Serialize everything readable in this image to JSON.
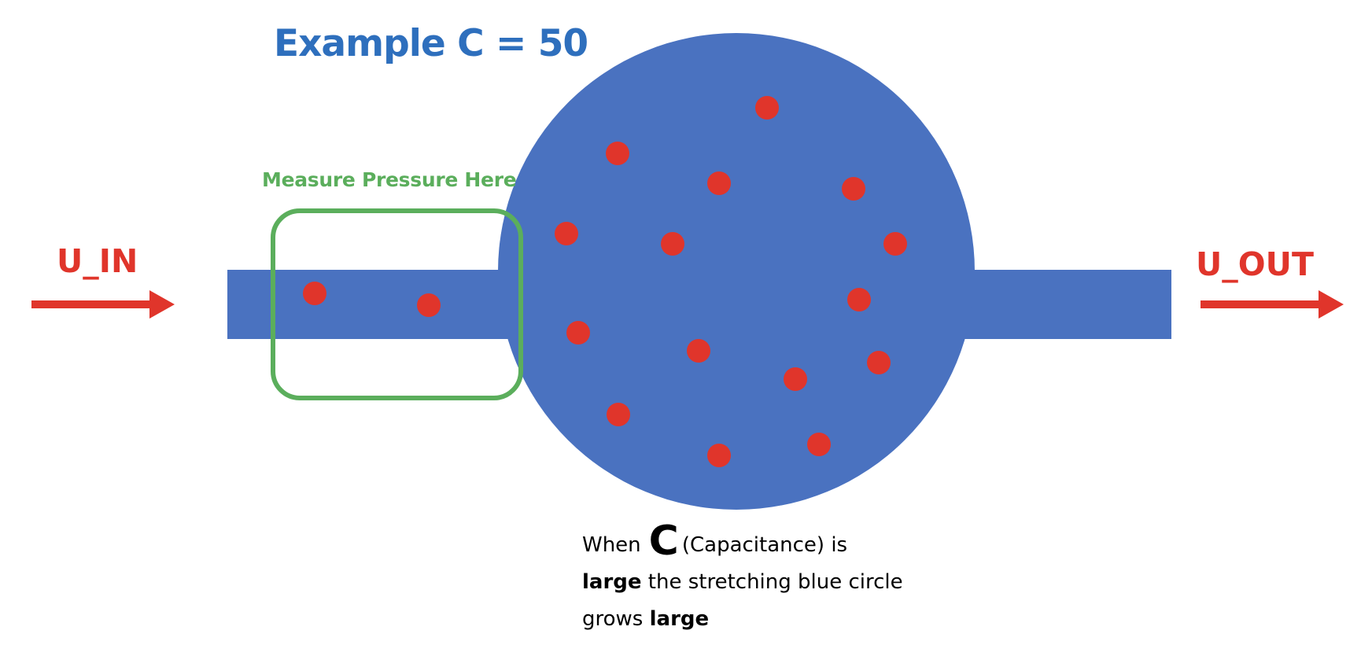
{
  "title": "Example C = 50",
  "measure_label": "Measure Pressure Here",
  "input_label": "U_IN",
  "output_label": "U_OUT",
  "caption": {
    "word_when": "When",
    "symbol_c": "C",
    "after_c": "(Capacitance) is",
    "bold_large_1": "large",
    "after_large_1": " the stretching blue circle",
    "grows": "grows ",
    "bold_large_2": "large"
  },
  "colors": {
    "fluid": "#4a72c0",
    "particle": "#e0352b",
    "arrow": "#e0352b",
    "measure_box": "#5bae5c",
    "title": "#2e6fbd"
  }
}
